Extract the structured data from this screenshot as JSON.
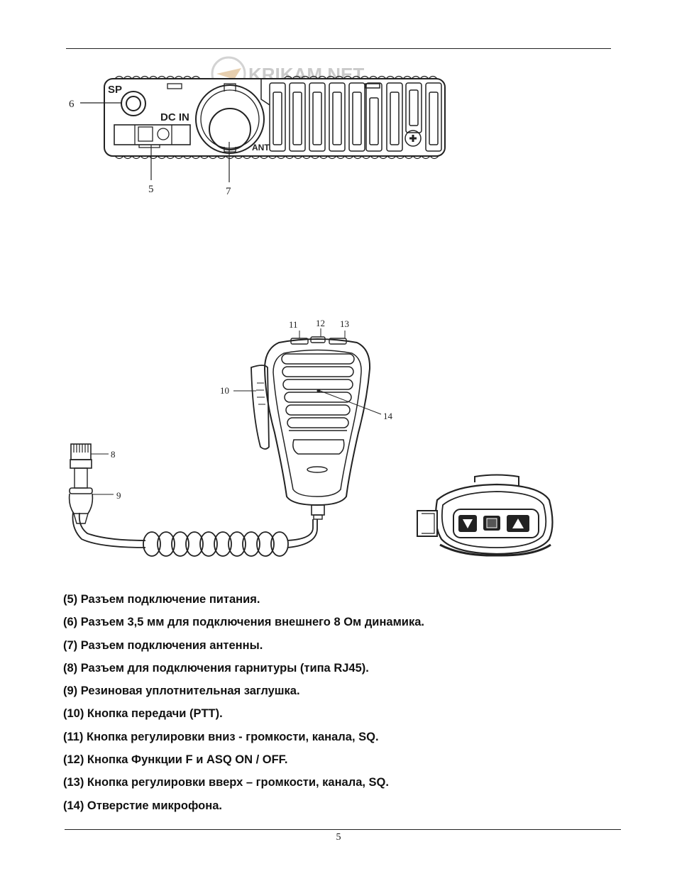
{
  "figure": {
    "watermark": "KRIKAM.NET",
    "panel": {
      "sp_label": "SP",
      "dc_in_label": "DC  IN",
      "ant_label": "ANT"
    },
    "callouts": {
      "c5": "5",
      "c6": "6",
      "c7": "7",
      "c8": "8",
      "c9": "9",
      "c10": "10",
      "c11": "11",
      "c12": "12",
      "c13": "13",
      "c14": "14"
    }
  },
  "legend": {
    "items": [
      "(5) Разъем подключение питания.",
      "(6) Разъем 3,5 мм для подключения внешнего  8 Ом динамика.",
      "(7) Разъем подключения антенны.",
      "(8) Разъем для подключения гарнитуры (типа RJ45).",
      "(9) Резиновая уплотнительная заглушка.",
      "(10) Кнопка передачи (PTT).",
      "(11) Кнопка регулировки вниз - громкости, канала, SQ.",
      "(12) Кнопка Функции F и ASQ ON / OFF.",
      "(13) Кнопка регулировки вверх – громкости, канала, SQ.",
      "(14) Отверстие микрофона."
    ]
  },
  "page_number": "5"
}
